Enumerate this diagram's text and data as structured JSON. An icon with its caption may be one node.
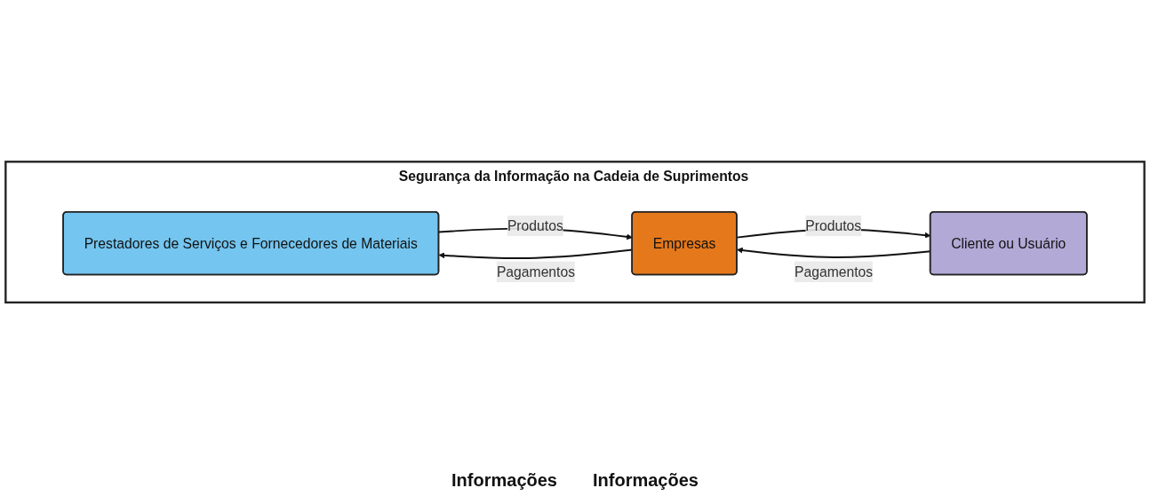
{
  "diagram": {
    "nodes": [
      {
        "text": [
          "Segurança da Informação na Cadeia de Suprimentos"
        ]
      },
      {
        "text": [
          "Prestadores de Serviços e Fornecedores de Materiais"
        ],
        "in": 0
      },
      {
        "text": [
          "Empresas"
        ],
        "in": 0
      },
      {
        "text": [
          "Cliente ou Usuário"
        ],
        "in": 0
      }
    ],
    "edges": [
      {
        "from": 1,
        "to": 2,
        "arrow": "to",
        "label": "Produtos"
      },
      {
        "from": 2,
        "to": 1,
        "arrow": "to",
        "label": "Pagamentos"
      },
      {
        "from": 2,
        "to": 3,
        "arrow": "to",
        "label": "Produtos"
      },
      {
        "from": 3,
        "to": 2,
        "arrow": "to",
        "label": "Pagamentos"
      }
    ],
    "labels": [
      "Informações",
      "Informações"
    ]
  }
}
